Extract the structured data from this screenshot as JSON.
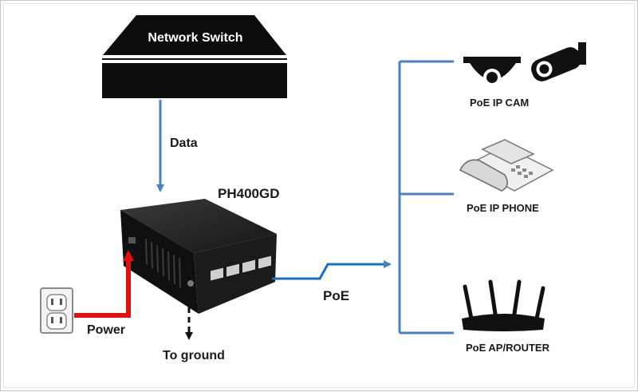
{
  "switch": {
    "title": "Network Switch"
  },
  "device": {
    "model": "PH400GD"
  },
  "links": {
    "data": "Data",
    "power": "Power",
    "poe": "PoE",
    "ground": "To ground"
  },
  "endpoints": [
    {
      "label": "PoE IP CAM",
      "icon": "ip-camera-icon"
    },
    {
      "label": "PoE IP PHONE",
      "icon": "ip-phone-icon"
    },
    {
      "label": "PoE AP/ROUTER",
      "icon": "router-icon"
    }
  ],
  "colors": {
    "data_line": "#4a7fc1",
    "power_line": "#e01010",
    "ground_line": "#111111",
    "switch_body": "#0d0d0d"
  }
}
